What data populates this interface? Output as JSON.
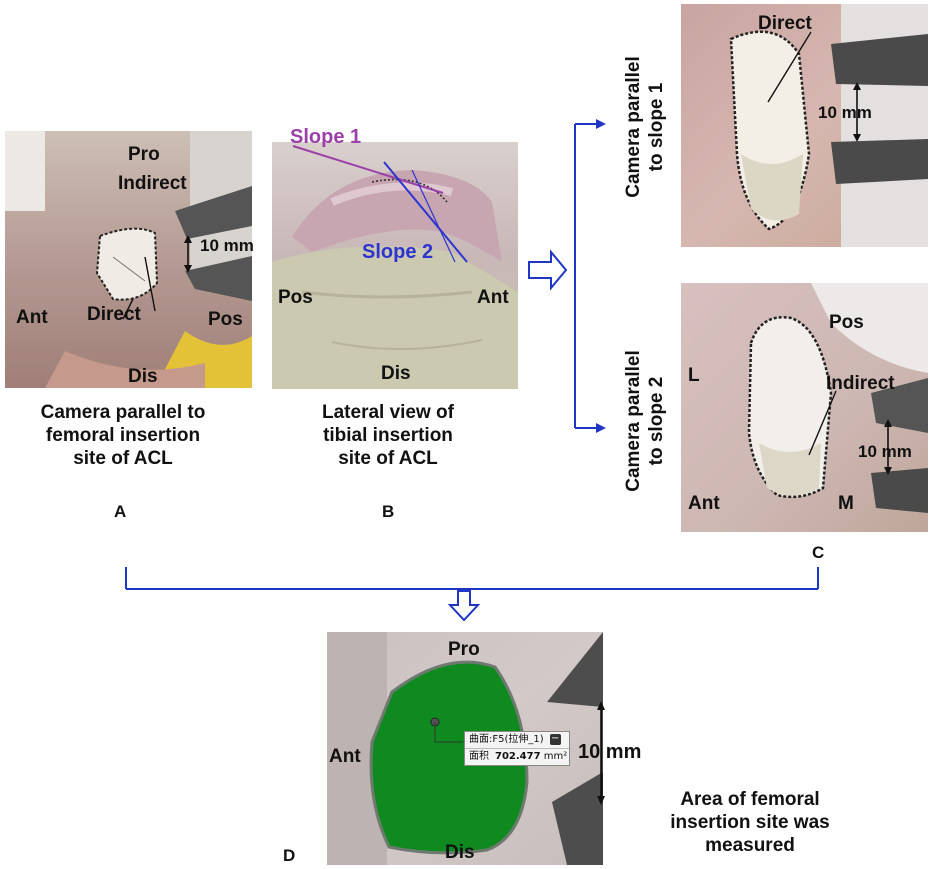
{
  "colors": {
    "arrow_blue": "#1f35c4",
    "slope1_purple": "#9b40a8",
    "slope2_blue": "#2d34d0",
    "area_green": "#0e8a1e"
  },
  "panel_a": {
    "letter": "A",
    "caption": [
      "Camera parallel to",
      "femoral insertion",
      "site of ACL"
    ],
    "labels": {
      "pro": "Pro",
      "indirect": "Indirect",
      "scale": "10 mm",
      "direct": "Direct",
      "ant": "Ant",
      "pos": "Pos",
      "dis": "Dis"
    }
  },
  "panel_b": {
    "letter": "B",
    "caption": [
      "Lateral view of",
      "tibial insertion",
      "site of ACL"
    ],
    "labels": {
      "slope1": "Slope 1",
      "slope2": "Slope 2",
      "pos": "Pos",
      "ant": "Ant",
      "dis": "Dis"
    }
  },
  "panel_c": {
    "letter": "C",
    "top": {
      "side_label": [
        "Camera parallel",
        "to slope 1"
      ],
      "labels": {
        "direct": "Direct",
        "scale": "10 mm"
      }
    },
    "bottom": {
      "side_label": [
        "Camera parallel",
        "to slope 2"
      ],
      "labels": {
        "pos": "Pos",
        "l": "L",
        "indirect": "Indirect",
        "scale": "10 mm",
        "ant": "Ant",
        "m": "M"
      }
    }
  },
  "panel_d": {
    "letter": "D",
    "caption": [
      "Area of femoral",
      "insertion site was",
      "measured"
    ],
    "labels": {
      "pro": "Pro",
      "ant": "Ant",
      "dis": "Dis",
      "scale": "10 mm"
    },
    "tooltip": {
      "name": "曲面:F5(拉伸_1)",
      "area_label": "面积",
      "area_value": "702.477",
      "area_unit": "mm²"
    }
  }
}
